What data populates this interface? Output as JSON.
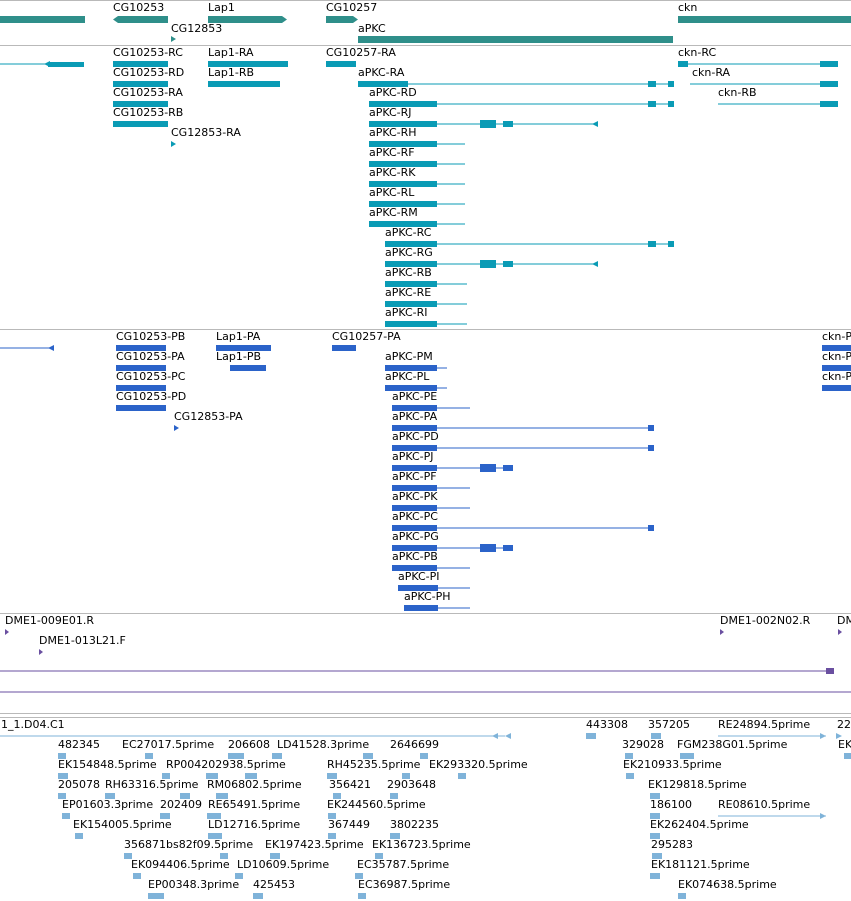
{
  "gene_track": {
    "labels": [
      "CG10253",
      "Lap1",
      "CG10257",
      "ckn",
      "CG12853",
      "aPKC"
    ],
    "color": "#2f8f8a"
  },
  "mrna_track": {
    "labels": [
      "CG10253-RC",
      "Lap1-RA",
      "CG10257-RA",
      "ckn-RC",
      "CG10253-RD",
      "Lap1-RB",
      "aPKC-RA",
      "ckn-RA",
      "CG10253-RA",
      "aPKC-RD",
      "ckn-RB",
      "CG10253-RB",
      "aPKC-RJ",
      "CG12853-RA",
      "aPKC-RH",
      "aPKC-RF",
      "aPKC-RK",
      "aPKC-RL",
      "aPKC-RM",
      "aPKC-RC",
      "aPKC-RG",
      "aPKC-RB",
      "aPKC-RE",
      "aPKC-RI"
    ],
    "color": "#0a9bb5"
  },
  "protein_track": {
    "labels": [
      "CG10253-PB",
      "Lap1-PA",
      "CG10257-PA",
      "CG10253-PA",
      "Lap1-PB",
      "aPKC-PM",
      "CG10253-PC",
      "aPKC-PL",
      "CG10253-PD",
      "aPKC-PE",
      "CG12853-PA",
      "aPKC-PA",
      "aPKC-PD",
      "aPKC-PJ",
      "aPKC-PF",
      "aPKC-PK",
      "aPKC-PC",
      "aPKC-PG",
      "aPKC-PB",
      "aPKC-PI",
      "aPKC-PH",
      "ckn-P",
      "ckn-P",
      "ckn-P"
    ],
    "color": "#2b63c9"
  },
  "clone_track": {
    "labels": [
      "DME1-009E01.R",
      "DME1-002N02.R",
      "DM",
      "DME1-013L21.F"
    ],
    "color": "#6a4fa0"
  },
  "est_track": {
    "labels": [
      "1_1.D04.C1",
      "443308",
      "357205",
      "RE24894.5prime",
      "22",
      "482345",
      "EC27017.5prime",
      "206608",
      "LD41528.3prime",
      "2646699",
      "329028",
      "FGM238G01.5prime",
      "EK",
      "EK154848.5prime",
      "RP004202938.5prime",
      "RH45235.5prime",
      "EK293320.5prime",
      "EK210933.5prime",
      "205078",
      "RH63316.5prime",
      "RM06802.5prime",
      "356421",
      "2903648",
      "EK129818.5prime",
      "EP01603.3prime",
      "202409",
      "RE65491.5prime",
      "EK244560.5prime",
      "186100",
      "RE08610.5prime",
      "EK154005.5prime",
      "LD12716.5prime",
      "367449",
      "3802235",
      "EK262404.5prime",
      "356871",
      "bs82f09.5prime",
      "EK197423.5prime",
      "EK136723.5prime",
      "295283",
      "EK094406.5prime",
      "LD10609.5prime",
      "EC35787.5prime",
      "EK181121.5prime",
      "EP00348.3prime",
      "425453",
      "EC36987.5prime",
      "EK074638.5prime"
    ],
    "color": "#7fb3d9"
  }
}
